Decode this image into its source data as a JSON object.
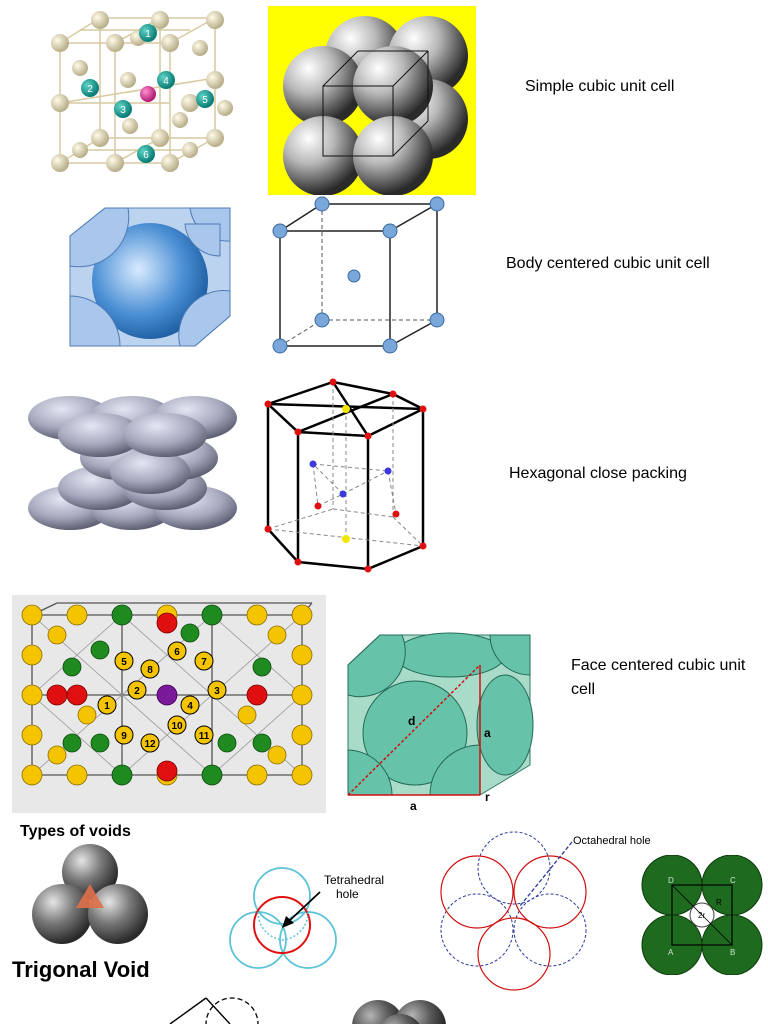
{
  "captions": {
    "simple_cubic": "Simple cubic unit cell",
    "bcc": "Body centered cubic unit cell",
    "hcp": "Hexagonal close packing",
    "fcc": "Face centered cubic unit cell"
  },
  "headings": {
    "types_of_voids": "Types of voids",
    "trigonal_void": "Trigonal Void"
  },
  "labels": {
    "tetrahedral_hole": [
      "Tetrahedral",
      "hole"
    ],
    "octahedral_hole": "Octahedral hole",
    "fcc_d": "d",
    "fcc_a_side": "a",
    "fcc_a_bottom": "a",
    "fcc_r": "r",
    "octa_numbers": [
      "1",
      "2",
      "3",
      "4",
      "5",
      "6"
    ],
    "fcc_lattice_numbers": [
      "1",
      "2",
      "3",
      "4",
      "5",
      "6",
      "7",
      "8",
      "9",
      "10",
      "11",
      "12"
    ],
    "square_corners": [
      "D",
      "C",
      "A",
      "B"
    ],
    "square_marks": [
      "2r",
      "R"
    ]
  },
  "colors": {
    "yellow_bg": "#ffff00",
    "bcc_blue": "#7aa7d9",
    "hcp_gray": "#a5a8bc",
    "fcc_teal": "#66c2a8",
    "void_green": "#1e6a1e",
    "lattice_yellow": "#f5c400",
    "lattice_green": "#1f8a1f",
    "lattice_red": "#e01010"
  }
}
